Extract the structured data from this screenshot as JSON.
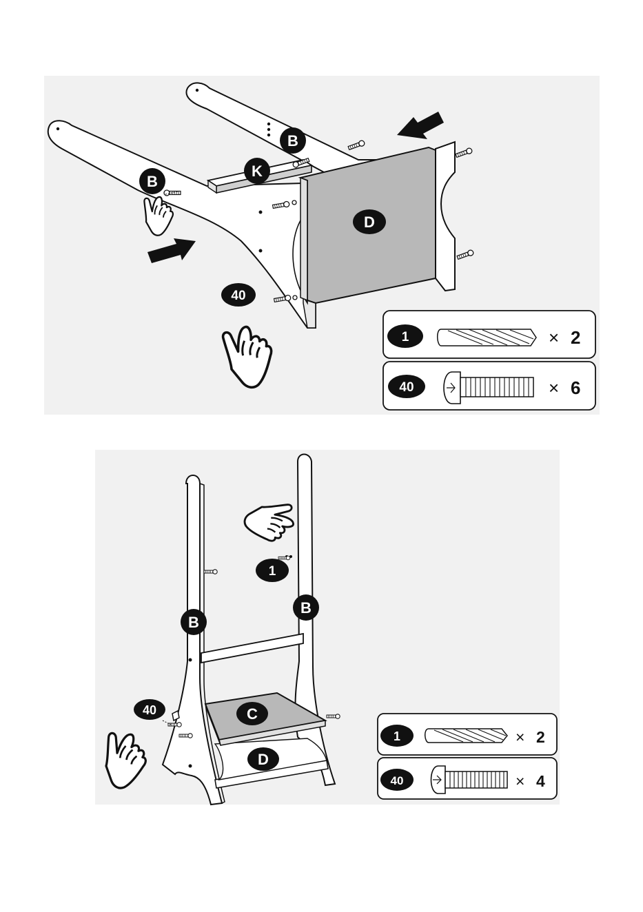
{
  "step1": {
    "labels": {
      "b_back": "B",
      "b_front": "B",
      "k": "K",
      "d": "D",
      "screw": "40"
    },
    "parts_box": [
      {
        "id": "1",
        "mult": "×",
        "qty": "2"
      },
      {
        "id": "40",
        "mult": "×",
        "qty": "6"
      }
    ]
  },
  "step2": {
    "labels": {
      "dowel": "1",
      "b_left": "B",
      "b_right": "B",
      "c": "C",
      "d": "D",
      "screw": "40"
    },
    "parts_box": [
      {
        "id": "1",
        "mult": "×",
        "qty": "2"
      },
      {
        "id": "40",
        "mult": "×",
        "qty": "4"
      }
    ]
  },
  "colors": {
    "label_fill": "#111111",
    "panel_grey": "#b8b8b8",
    "background": "#f1f1f1",
    "line": "#111111"
  }
}
